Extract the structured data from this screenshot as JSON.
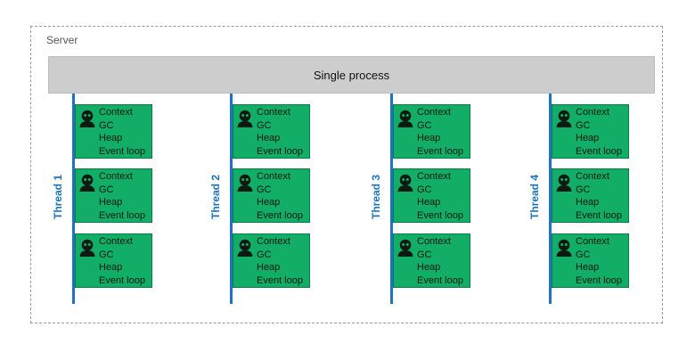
{
  "server_label": "Server",
  "process_label": "Single process",
  "colors": {
    "thread_line": "#1e73be",
    "context_box": "#12ad67",
    "process_bar": "#cdcdcd"
  },
  "icon": "person-icon",
  "context_lines": [
    "Context",
    "GC",
    "Heap",
    "Event loop"
  ],
  "threads": [
    {
      "label": "Thread 1"
    },
    {
      "label": "Thread 2"
    },
    {
      "label": "Thread 3"
    },
    {
      "label": "Thread 4"
    }
  ]
}
